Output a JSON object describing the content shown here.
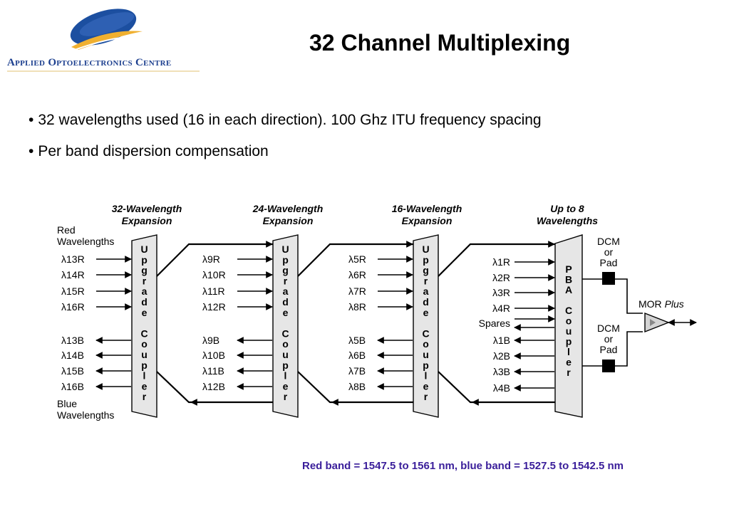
{
  "logo": {
    "org_name": "Applied Optoelectronics Centre",
    "colors": {
      "globe": "#1c4fa0",
      "swoosh": "#f0b030",
      "text": "#1c3f8f"
    }
  },
  "title": "32 Channel Multiplexing",
  "bullets": [
    "32 wavelengths used (16 in each direction). 100 Ghz ITU frequency spacing",
    "Per band dispersion compensation"
  ],
  "diagram": {
    "stages": [
      {
        "heading_line1": "32-Wavelength",
        "heading_line2": "Expansion",
        "coupler_letters": [
          "U",
          "p",
          "g",
          "r",
          "a",
          "d",
          "e",
          "",
          "C",
          "o",
          "u",
          "p",
          "l",
          "e",
          "r"
        ],
        "red_inputs": [
          "λ13R",
          "λ14R",
          "λ15R",
          "λ16R"
        ],
        "blue_outputs": [
          "λ13B",
          "λ14B",
          "λ15B",
          "λ16B"
        ]
      },
      {
        "heading_line1": "24-Wavelength",
        "heading_line2": "Expansion",
        "coupler_letters": [
          "U",
          "p",
          "g",
          "r",
          "a",
          "d",
          "e",
          "",
          "C",
          "o",
          "u",
          "p",
          "l",
          "e",
          "r"
        ],
        "red_inputs": [
          "λ9R",
          "λ10R",
          "λ11R",
          "λ12R"
        ],
        "blue_outputs": [
          "λ9B",
          "λ10B",
          "λ11B",
          "λ12B"
        ]
      },
      {
        "heading_line1": "16-Wavelength",
        "heading_line2": "Expansion",
        "coupler_letters": [
          "U",
          "p",
          "g",
          "r",
          "a",
          "d",
          "e",
          "",
          "C",
          "o",
          "u",
          "p",
          "l",
          "e",
          "r"
        ],
        "red_inputs": [
          "λ5R",
          "λ6R",
          "λ7R",
          "λ8R"
        ],
        "blue_outputs": [
          "λ5B",
          "λ6B",
          "λ7B",
          "λ8B"
        ]
      },
      {
        "heading_line1": "Up to 8",
        "heading_line2": "Wavelengths",
        "coupler_letters": [
          "P",
          "B",
          "A",
          "",
          "C",
          "o",
          "u",
          "p",
          "l",
          "e",
          "r"
        ],
        "red_inputs": [
          "λ1R",
          "λ2R",
          "λ3R",
          "λ4R"
        ],
        "spares": "Spares",
        "blue_outputs": [
          "λ1B",
          "λ2B",
          "λ3B",
          "λ4B"
        ]
      }
    ],
    "red_wavelengths_label": [
      "Red",
      "Wavelengths"
    ],
    "blue_wavelengths_label": [
      "Blue",
      "Wavelengths"
    ],
    "dcm_top": [
      "DCM",
      "or",
      "Pad"
    ],
    "dcm_bottom": [
      "DCM",
      "or",
      "Pad"
    ],
    "mor_label": "MOR",
    "mor_plus": "Plus",
    "colors": {
      "coupler_fill": "#e6e6e6",
      "line": "#000000",
      "amplifier_fill": "#d4d4d4"
    }
  },
  "footnote": "Red band = 1547.5 to 1561 nm, blue band = 1527.5 to 1542.5 nm"
}
